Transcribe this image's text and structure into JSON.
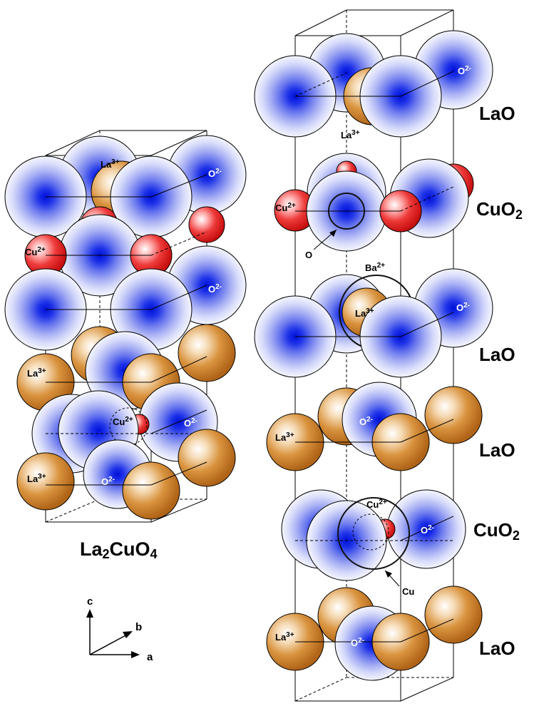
{
  "structures": {
    "left": {
      "formula_main": "La",
      "formula_sub1": "2",
      "formula_mid": "CuO",
      "formula_sub2": "4"
    },
    "right": {
      "layers": [
        "LaO",
        "CuO",
        "LaO",
        "LaO",
        "CuO",
        "LaO"
      ],
      "cuo_subscript": "2"
    }
  },
  "ion_labels": {
    "la": "La",
    "la_charge": "3+",
    "cu": "Cu",
    "cu_charge": "2+",
    "o": "O",
    "o_charge": "2-",
    "ba": "Ba",
    "ba_charge": "2+"
  },
  "site_labels": {
    "o_site": "O",
    "cu_site": "Cu"
  },
  "axes": {
    "c": "c",
    "b": "b",
    "a": "a"
  },
  "colors": {
    "oxygen_core": "#0010d8",
    "oxygen_edge": "#ffffff",
    "lanthanum": "#c87828",
    "copper": "#e02020",
    "outline": "#000000"
  }
}
